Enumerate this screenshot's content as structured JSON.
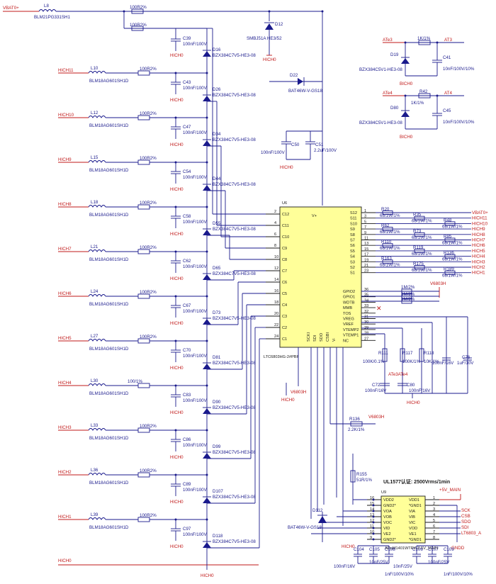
{
  "input_net": "VBAT0+",
  "inductor_top": {
    "ref": "L8",
    "part": "BLM21PG331SH1"
  },
  "ref_r_top1": "100R2%",
  "ref_r_top2": "100R2%",
  "d12": {
    "ref": "D12",
    "part": "SMBJ51A HE3/52"
  },
  "d22": {
    "ref": "D22",
    "part": "BAT46W-V-GS18"
  },
  "gnd_hichos": "HICH0",
  "cell_channels": [
    {
      "net": "HICH11",
      "l": "L10",
      "r": "100R2%",
      "c": "C43",
      "cval": "100nF/100V",
      "d": "D26",
      "dpart": "BZX384C7V5-HE3-08"
    },
    {
      "net": "HICH10",
      "l": "L12",
      "r": "100R2%",
      "c": "C47",
      "cval": "100nF/100V",
      "d": "D34",
      "dpart": "BZX384C7V5-HE3-08"
    },
    {
      "net": "HICH9",
      "l": "L15",
      "r": "100R2%",
      "c": "C54",
      "cval": "100nF/100V",
      "d": "D44",
      "dpart": "BZX384C7V5-HE3-08"
    },
    {
      "net": "HICH8",
      "l": "L18",
      "r": "100R2%",
      "c": "C58",
      "cval": "100nF/100V",
      "d": "D55",
      "dpart": "BZX384C7V5-HE3-08"
    },
    {
      "net": "HICH7",
      "l": "L21",
      "r": "100R2%",
      "c": "C62",
      "cval": "100nF/100V",
      "d": "D65",
      "dpart": "BZX384C7V5-HE3-08"
    },
    {
      "net": "HICH6",
      "l": "L24",
      "r": "100R2%",
      "c": "C67",
      "cval": "100nF/100V",
      "d": "D73",
      "dpart": "BZX384C7V5-HE3-08"
    },
    {
      "net": "HICH5",
      "l": "L27",
      "r": "100R2%",
      "c": "C70",
      "cval": "100nF/100V",
      "d": "D81",
      "dpart": "BZX384C7V5-HE3-08"
    },
    {
      "net": "HICH4",
      "l": "L30",
      "r": "100/1%",
      "c": "C83",
      "cval": "100nF/100V",
      "d": "D90",
      "dpart": "BZX384C7V5-HE3-08"
    },
    {
      "net": "HICH3",
      "l": "L33",
      "r": "100R2%",
      "c": "C86",
      "cval": "100nF/100V",
      "d": "D99",
      "dpart": "BZX384C7V5-HE3-08"
    },
    {
      "net": "HICH2",
      "l": "L36",
      "r": "100R2%",
      "c": "C89",
      "cval": "100nF/100V",
      "d": "D107",
      "dpart": "BZX384C7V5-HE3-08"
    },
    {
      "net": "HICH1",
      "l": "L39",
      "r": "100R2%",
      "c": "C97",
      "cval": "100nF/100V",
      "d": "D118",
      "dpart": "BZX384C7V5-HE3-08"
    }
  ],
  "ferrite_part": "BLM18AG601SH1D",
  "top_cap": {
    "ref": "C39",
    "val": "100nF/100V"
  },
  "top_zener": {
    "ref": "D16",
    "part": "BZX384C7V5-HE3-08"
  },
  "bottom_net": "HICH0",
  "bulk_caps": {
    "c50": "C50",
    "c51": "C51",
    "v1": "100nF/100V",
    "v2": "2.2uF/100V"
  },
  "ic": {
    "ref": "U6",
    "part": "LTC6803HG-2#PBF",
    "left_pins": [
      {
        "num": "2",
        "name": "C12"
      },
      {
        "num": "4",
        "name": "C11"
      },
      {
        "num": "6",
        "name": "C10"
      },
      {
        "num": "8",
        "name": "C9"
      },
      {
        "num": "10",
        "name": "C8"
      },
      {
        "num": "12",
        "name": "C7"
      },
      {
        "num": "14",
        "name": "C6"
      },
      {
        "num": "16",
        "name": "C5"
      },
      {
        "num": "18",
        "name": "C4"
      },
      {
        "num": "20",
        "name": "C3"
      },
      {
        "num": "22",
        "name": "C2"
      },
      {
        "num": "24",
        "name": "C1"
      }
    ],
    "right_pins_top": [
      {
        "num": "1",
        "name": "S12"
      },
      {
        "num": "3",
        "name": "S11"
      },
      {
        "num": "5",
        "name": "S10"
      },
      {
        "num": "7",
        "name": "S9"
      },
      {
        "num": "9",
        "name": "S8"
      },
      {
        "num": "11",
        "name": "S7"
      },
      {
        "num": "13",
        "name": "S6"
      },
      {
        "num": "15",
        "name": "S5"
      },
      {
        "num": "17",
        "name": "S4"
      },
      {
        "num": "19",
        "name": "S3"
      },
      {
        "num": "21",
        "name": "S2"
      },
      {
        "num": "23",
        "name": "S1"
      }
    ],
    "right_pins_bot": [
      {
        "num": "36",
        "name": "GPIO2"
      },
      {
        "num": "35",
        "name": "GPIO1"
      },
      {
        "num": "34",
        "name": "WDTB"
      },
      {
        "num": "33",
        "name": "MMB"
      },
      {
        "num": "32",
        "name": "TOS"
      },
      {
        "num": "31",
        "name": "VREG"
      },
      {
        "num": "30",
        "name": "VREF"
      },
      {
        "num": "29",
        "name": "VTEMP2"
      },
      {
        "num": "28",
        "name": "VTEMP1"
      },
      {
        "num": "27",
        "name": "NC"
      }
    ],
    "bottom_pins": [
      "SCKI",
      "SDI",
      "SDO",
      "CSBI",
      "V-"
    ]
  },
  "s_resistors": [
    "R20",
    "R35",
    "R48",
    "R62",
    "R73",
    "R85",
    "R110",
    "R119",
    "R136",
    "R163",
    "R175",
    "R189"
  ],
  "s_rval": "68/1W/1%",
  "s_nets": [
    "VBAT0+",
    "HICH11",
    "HICH10",
    "HICH9",
    "HICH8",
    "HICH7",
    "HICH6",
    "HICH5",
    "HICH4",
    "HICH3",
    "HICH2",
    "HICH1"
  ],
  "gpio_r": [
    "1M/2%",
    "1M/2%",
    "1M/2%"
  ],
  "v6803": "V6803H",
  "vreg_parts": {
    "r111": "R111",
    "r111v": "100K/0.1%",
    "r117": "R117",
    "r117v": "100K/1%",
    "r118": "R118",
    "r118v": "10K/1%",
    "c72": "C72",
    "c72v": "100nF/16V",
    "c80": "C80",
    "c80v": "100nF/16V",
    "c76": "C76",
    "c76v": "1uF/10V",
    "c74": "100nF/16V",
    "ate": "ATe3ATe4"
  },
  "r136": {
    "ref": "R136",
    "val": "2.2K/1%"
  },
  "r155": {
    "ref": "R155",
    "val": "51R/1%"
  },
  "d112": {
    "ref": "D112",
    "part": "BAT46W-V-GS18"
  },
  "iso": {
    "title": "UL1577认证: 2500Vrms/1min",
    "ref": "U9",
    "part": "ADuM1401WTRWZ-5V_MAIN",
    "left": [
      {
        "num": "16",
        "name": "VDD2"
      },
      {
        "num": "15",
        "name": "GND2*"
      },
      {
        "num": "14",
        "name": "VOA"
      },
      {
        "num": "13",
        "name": "VOB"
      },
      {
        "num": "12",
        "name": "VOC"
      },
      {
        "num": "11",
        "name": "VID"
      },
      {
        "num": "10",
        "name": "VE2"
      },
      {
        "num": "9",
        "name": "GND2*"
      }
    ],
    "right": [
      {
        "num": "1",
        "name": "VDD1"
      },
      {
        "num": "2",
        "name": "*GND1"
      },
      {
        "num": "3",
        "name": "VIA"
      },
      {
        "num": "4",
        "name": "VIB"
      },
      {
        "num": "5",
        "name": "VIC"
      },
      {
        "num": "6",
        "name": "VOD"
      },
      {
        "num": "7",
        "name": "VE1"
      },
      {
        "num": "8",
        "name": "*GND1"
      }
    ],
    "nets_right": [
      "SCK",
      "CSB",
      "SDO",
      "SDI",
      "LT6803_A"
    ],
    "supply": "+5V_MAIN",
    "gnd": "GNDD"
  },
  "iso_caps": [
    {
      "ref": "C104",
      "val": "100nF/16V"
    },
    {
      "ref": "C105",
      "val": "10nF/25V"
    },
    {
      "ref": "C108",
      "val": "1nF/100V/10%"
    },
    {
      "ref": "C106",
      "val": "10nF/25V"
    },
    {
      "ref": "C107",
      "val": "100nF/25V"
    },
    {
      "ref": "C109",
      "val": "1nF/100V/10%"
    }
  ],
  "temp_sensors": [
    {
      "net_in": "ATe3",
      "r": "1K/1%",
      "r_ref": "R38",
      "net_out": "AT3",
      "d": "D19",
      "dpart": "BZX384C5V1-HE3-08",
      "c": "C41",
      "cval": "10nF/100V/10%",
      "gnd": "BICH0"
    },
    {
      "net_in": "ATe4",
      "r": "1K/1%",
      "r_ref": "R42",
      "net_out": "AT4",
      "d": "D80",
      "dpart": "BZX384C5V1-HE3-08",
      "c": "C45",
      "cval": "10nF/100V/10%",
      "gnd": "BICH0"
    }
  ]
}
